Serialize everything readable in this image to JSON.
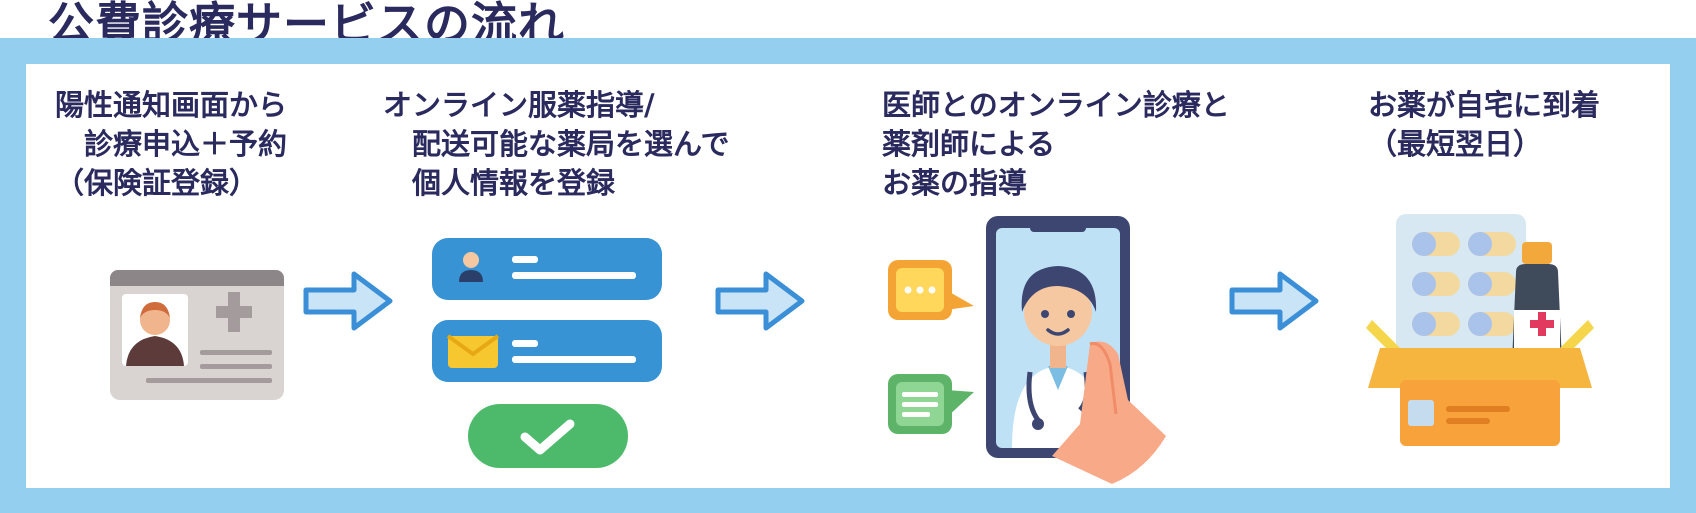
{
  "title": "公費診療サービスの流れ",
  "colors": {
    "frame": "#94cff0",
    "title_text": "#2a2a5e",
    "arrow_fill": "#c9e3f7",
    "arrow_stroke": "#3b8fd6"
  },
  "steps": [
    {
      "lines": [
        "陽性通知画面から",
        "　診療申込＋予約",
        "（保険証登録）"
      ],
      "icon": "id-card-icon"
    },
    {
      "lines": [
        "オンライン服薬指導/",
        "　配送可能な薬局を選んで",
        "　個人情報を登録"
      ],
      "icon": "registration-form-icon"
    },
    {
      "lines": [
        "医師とのオンライン診療と",
        "薬剤師による",
        "お薬の指導"
      ],
      "icon": "doctor-smartphone-icon"
    },
    {
      "lines": [
        "お薬が自宅に到着",
        "（最短翌日）"
      ],
      "icon": "medicine-box-icon"
    }
  ],
  "arrows": [
    "arrow-right-icon",
    "arrow-right-icon",
    "arrow-right-icon"
  ]
}
